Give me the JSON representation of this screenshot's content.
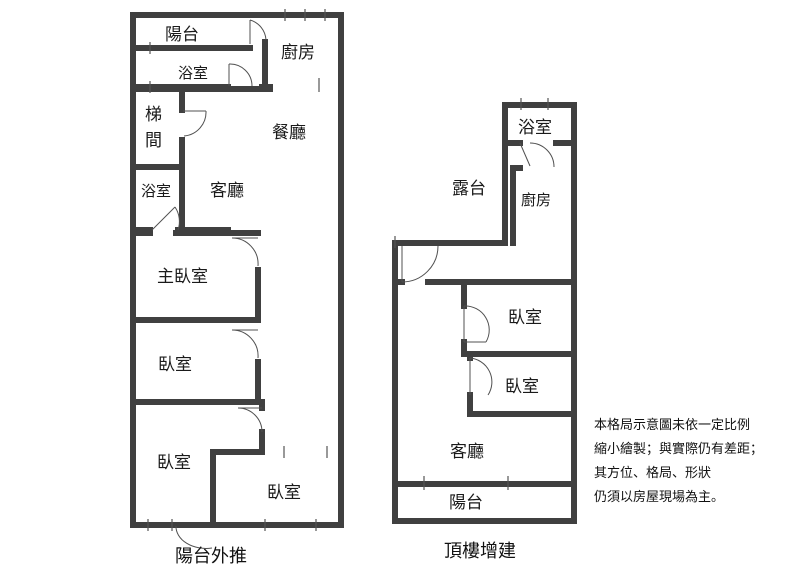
{
  "first_floor": {
    "rooms": {
      "balcony": "陽台",
      "kitchen": "廚房",
      "bath_top": "浴室",
      "stair_1": "梯",
      "stair_2": "間",
      "dining": "餐廳",
      "bath_mid": "浴室",
      "living": "客廳",
      "master_bed": "主臥室",
      "bed_1": "臥室",
      "bed_2": "臥室",
      "bed_3": "臥室"
    },
    "caption": "陽台外推"
  },
  "rooftop": {
    "rooms": {
      "bath": "浴室",
      "terrace": "露台",
      "kitchen": "廚房",
      "bed_1": "臥室",
      "bed_2": "臥室",
      "living": "客廳",
      "balcony": "陽台"
    },
    "caption": "頂樓增建"
  },
  "disclaimer": [
    "本格局示意圖未依一定比例",
    "縮小繪製；與實際仍有差距；",
    "其方位、格局、形狀",
    "仍須以房屋現場為主。"
  ]
}
